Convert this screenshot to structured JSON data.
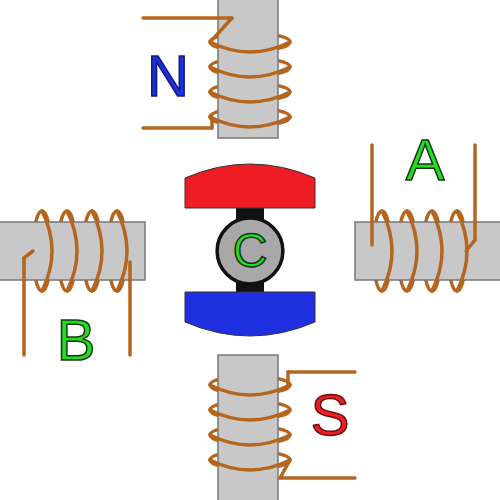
{
  "diagram": {
    "nodes": [
      {
        "text": [
          "C"
        ]
      }
    ],
    "labels": [
      "N",
      "A",
      "B",
      "S"
    ]
  }
}
